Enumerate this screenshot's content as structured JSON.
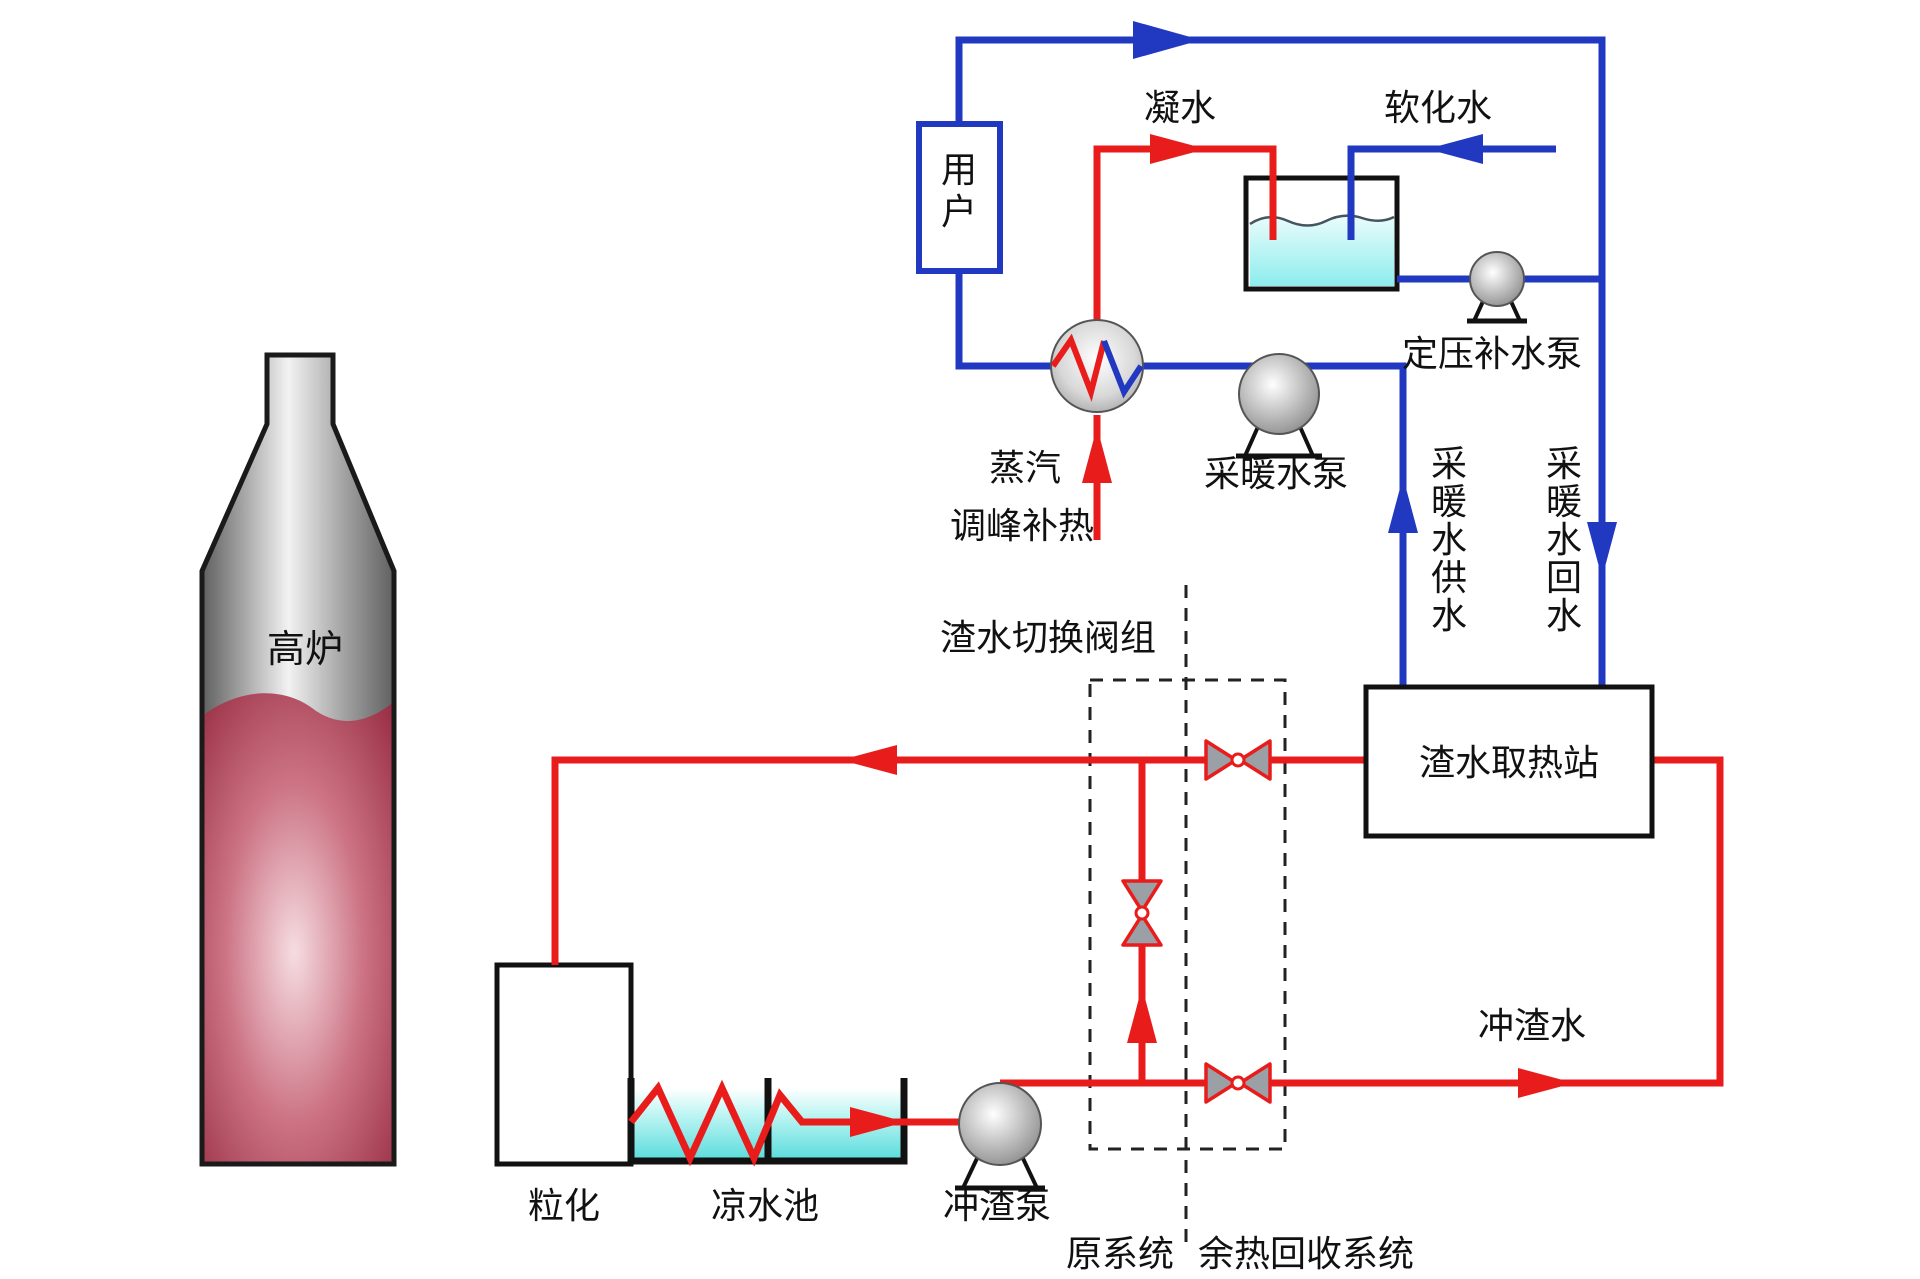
{
  "diagram": {
    "labels": {
      "blast_furnace": "高炉",
      "granulation": "粒化",
      "cooling_pool": "凉水池",
      "slag_pump": "冲渣泵",
      "valve_group": "渣水切换阀组",
      "heat_station": "渣水取热站",
      "user": "用户",
      "condensate": "凝水",
      "softened_water": "软化水",
      "pressure_makeup_pump": "定压补水泵",
      "heating_pump": "采暖水泵",
      "steam": "蒸汽",
      "peak_shaving_heat": "调峰补热",
      "heating_supply": "采暖水供水",
      "heating_return": "采暖水回水",
      "slag_flushing_water": "冲渣水",
      "original_system": "原系统",
      "recovery_system": "余热回收系统"
    },
    "colors": {
      "hot": "#e91c1c",
      "cold": "#2139c0",
      "water": "#7fe9e9",
      "valve-fill": "#9aa0a5"
    }
  }
}
